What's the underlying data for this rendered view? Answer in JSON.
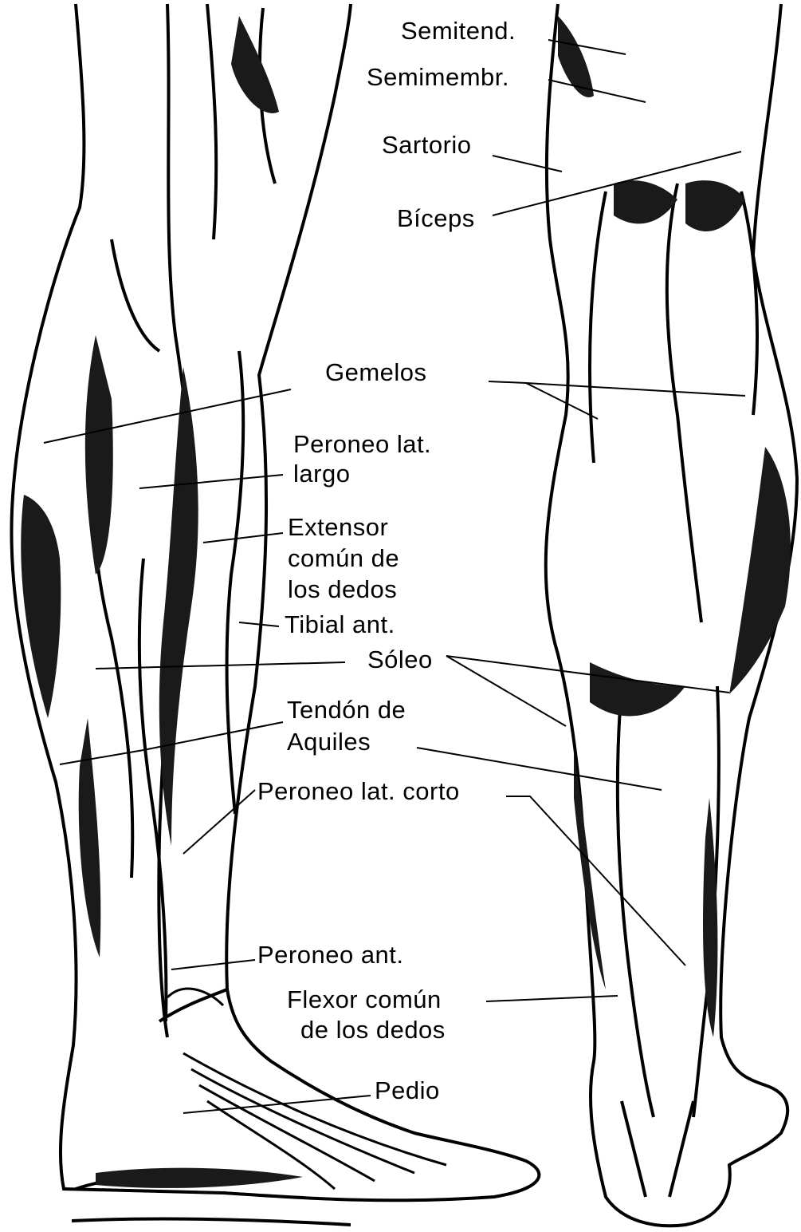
{
  "colors": {
    "ink": "#000000",
    "paper": "#ffffff",
    "shade": "#1a1a1a"
  },
  "labels": {
    "semitend": "Semitend.",
    "semimembr": "Semimembr.",
    "sartorio": "Sartorio",
    "biceps": "Bíceps",
    "gemelos": "Gemelos",
    "peroneo_largo": [
      "Peroneo lat.",
      "largo"
    ],
    "extensor": [
      "Extensor",
      "común de",
      "los dedos"
    ],
    "tibial": "Tibial ant.",
    "soleo": "Sóleo",
    "aquiles": [
      "Tendón de",
      "Aquiles"
    ],
    "peroneo_corto": "Peroneo lat. corto",
    "peroneo_ant": "Peroneo ant.",
    "flexor": [
      "Flexor común",
      "de los dedos"
    ],
    "pedio": "Pedio"
  }
}
